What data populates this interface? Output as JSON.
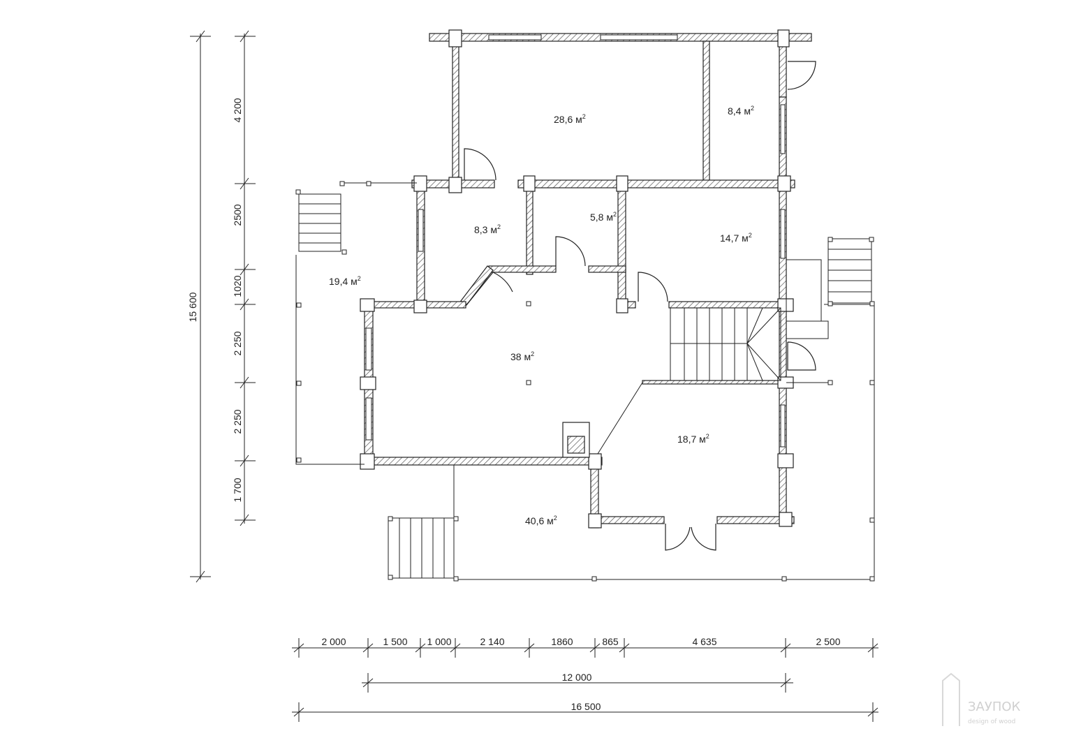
{
  "colors": {
    "line": "#222222",
    "hatch": "#555555",
    "background": "#ffffff",
    "watermark": "#d0d0d0"
  },
  "rooms": [
    {
      "id": "r1",
      "value": "28,6 м",
      "sup": "2"
    },
    {
      "id": "r2",
      "value": "8,4 м",
      "sup": "2"
    },
    {
      "id": "r3",
      "value": "8,3 м",
      "sup": "2"
    },
    {
      "id": "r4",
      "value": "5,8 м",
      "sup": "2"
    },
    {
      "id": "r5",
      "value": "14,7 м",
      "sup": "2"
    },
    {
      "id": "r6",
      "value": "19,4 м",
      "sup": "2"
    },
    {
      "id": "r7",
      "value": "38 м",
      "sup": "2"
    },
    {
      "id": "r8",
      "value": "18,7 м",
      "sup": "2"
    },
    {
      "id": "r9",
      "value": "40,6 м",
      "sup": "2"
    }
  ],
  "dimensions": {
    "vertical_total": "15 600",
    "vertical_segments": [
      "4 200",
      "2500",
      "1020",
      "2 250",
      "2 250",
      "1 700"
    ],
    "horizontal_segments": [
      "2 000",
      "1 500",
      "1 000",
      "2 140",
      "1860",
      "865",
      "4 635",
      "2 500"
    ],
    "horizontal_house": "12 000",
    "horizontal_total": "16 500"
  },
  "watermark": {
    "brand": "ЗАУПОК",
    "sub": "design of wood"
  }
}
